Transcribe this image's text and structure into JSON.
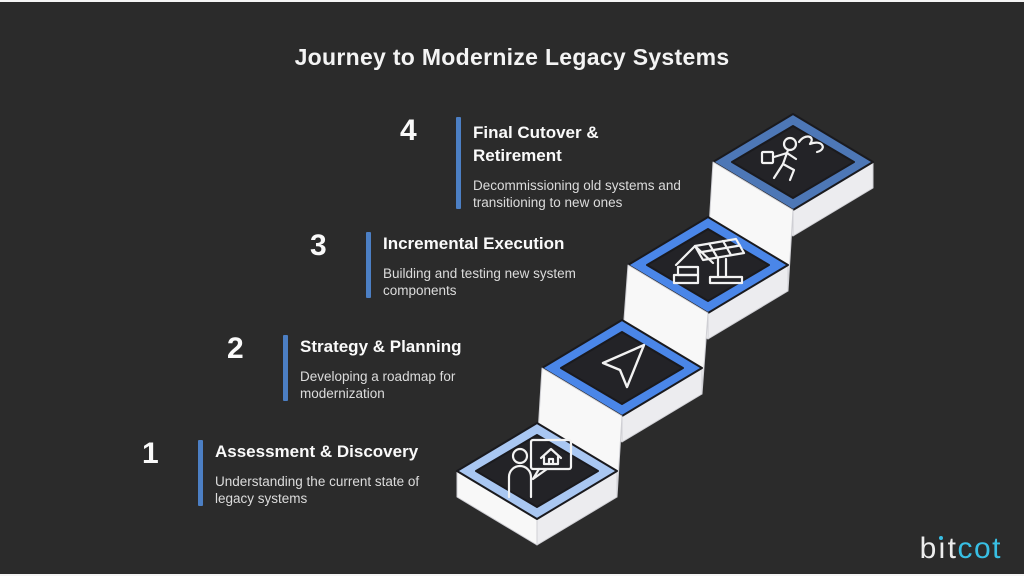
{
  "title": "Journey to Modernize Legacy Systems",
  "steps": [
    {
      "number": "1",
      "title": "Assessment & Discovery",
      "desc_line1": "Understanding the current state of",
      "desc_line2": "legacy systems",
      "icon": "person-presentation-icon",
      "tile_border_color": "#a9c7f2"
    },
    {
      "number": "2",
      "title": "Strategy & Planning",
      "desc_line1": "Developing a roadmap for",
      "desc_line2": "modernization",
      "icon": "navigation-arrow-icon",
      "tile_border_color": "#4a86e8"
    },
    {
      "number": "3",
      "title": "Incremental Execution",
      "desc_line1": "Building and testing new system",
      "desc_line2": "components",
      "icon": "construction-building-icon",
      "tile_border_color": "#4a86e8"
    },
    {
      "number": "4",
      "title": "Final Cutover & Retirement",
      "desc_line1": "Decommissioning old systems and",
      "desc_line2": "transitioning to new ones",
      "icon": "relocating-person-icon",
      "tile_border_color": "#4d77b6"
    }
  ],
  "brand": {
    "part_b": "b",
    "part_i": "ı",
    "part_t": "t",
    "accent_part": "cot",
    "accent_color": "#38bfe4"
  },
  "colors": {
    "background": "#2b2b2b",
    "accent_bar": "#4c7fc4",
    "step_white": "#f8f8f8",
    "step_white_shaded": "#ececef",
    "tile_inner": "#232327",
    "text_primary": "#fafafa",
    "text_secondary": "#dcdcdc"
  }
}
